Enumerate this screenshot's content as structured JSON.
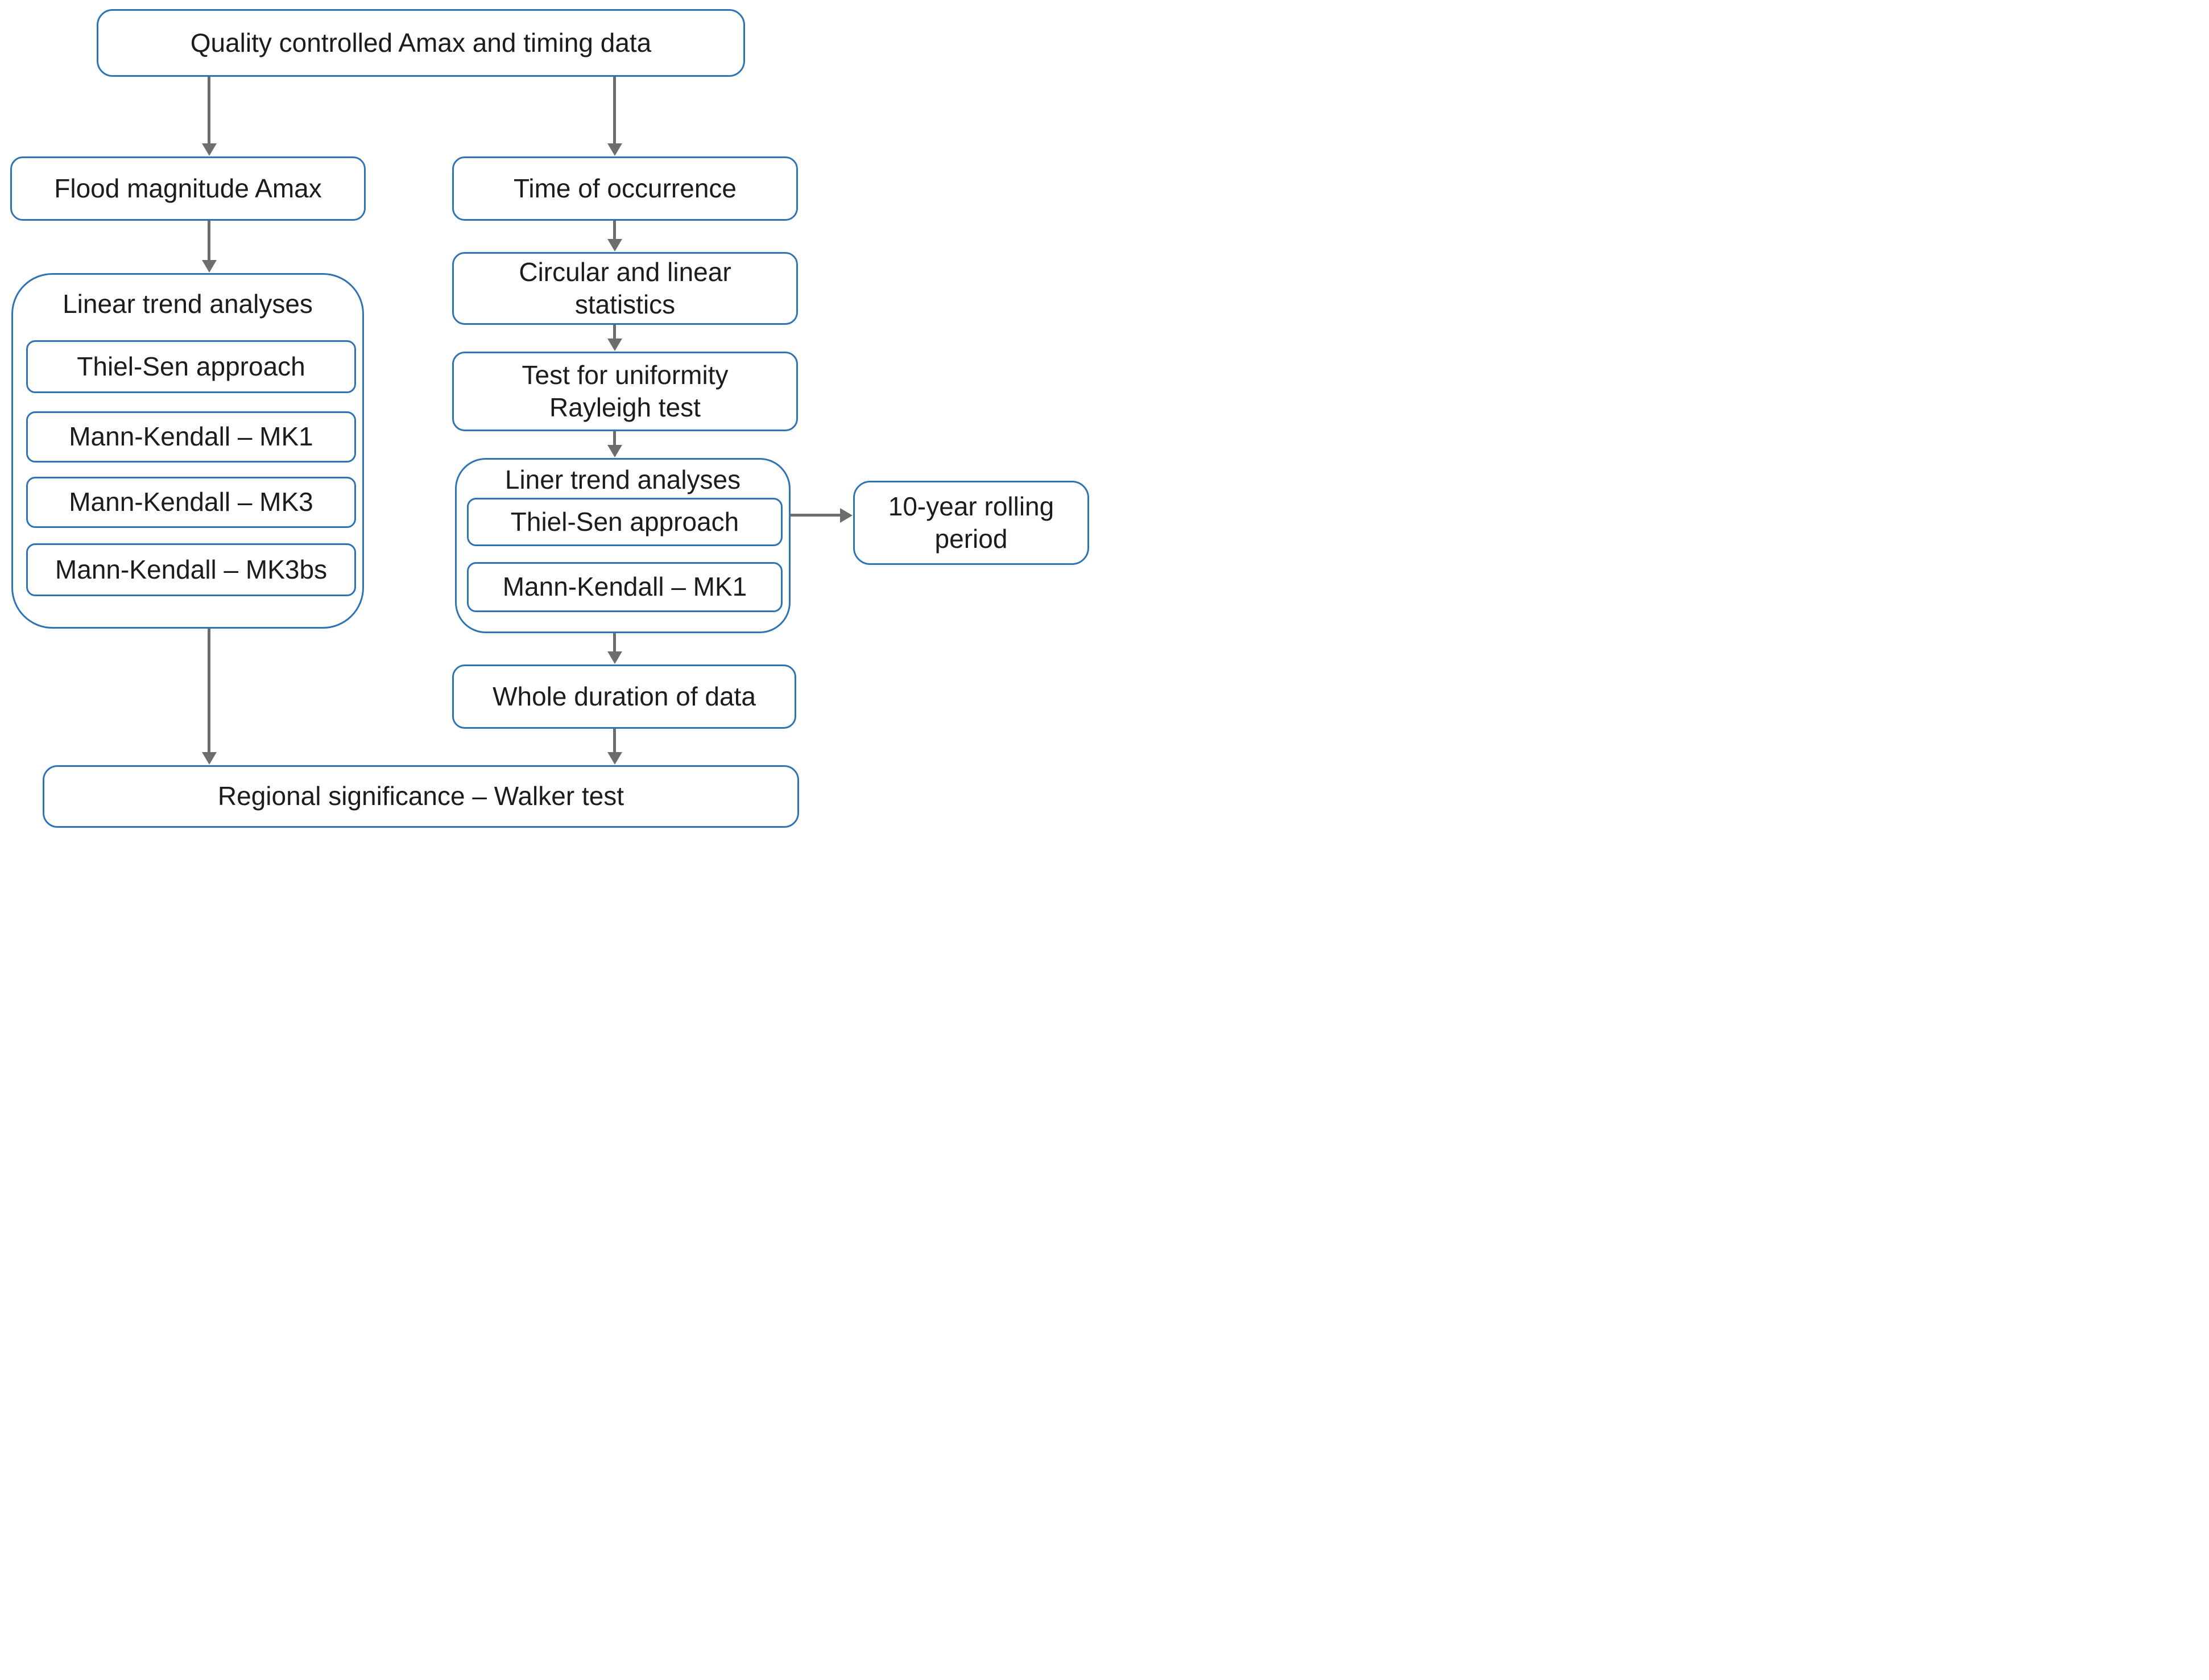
{
  "colors": {
    "border": "#2e74b5",
    "arrow": "#6d6d6d",
    "text": "#1c1c1c",
    "bg": "#ffffff"
  },
  "flowchart": {
    "top_box": "Quality controlled Amax and timing data",
    "left_branch": {
      "flood_box": "Flood magnitude Amax",
      "container_title": "Linear trend analyses",
      "items": [
        "Thiel-Sen approach",
        "Mann-Kendall – MK1",
        "Mann-Kendall – MK3",
        "Mann-Kendall – MK3bs"
      ]
    },
    "right_branch": {
      "time_box": "Time of occurrence",
      "circular_box": "Circular and linear\nstatistics",
      "uniformity_box": "Test for uniformity\nRayleigh test",
      "container_title": "Liner trend analyses",
      "items": [
        "Thiel-Sen approach",
        "Mann-Kendall – MK1"
      ],
      "rolling_box": "10-year rolling\nperiod",
      "whole_box": "Whole duration of data"
    },
    "bottom_box": "Regional significance – Walker test"
  }
}
